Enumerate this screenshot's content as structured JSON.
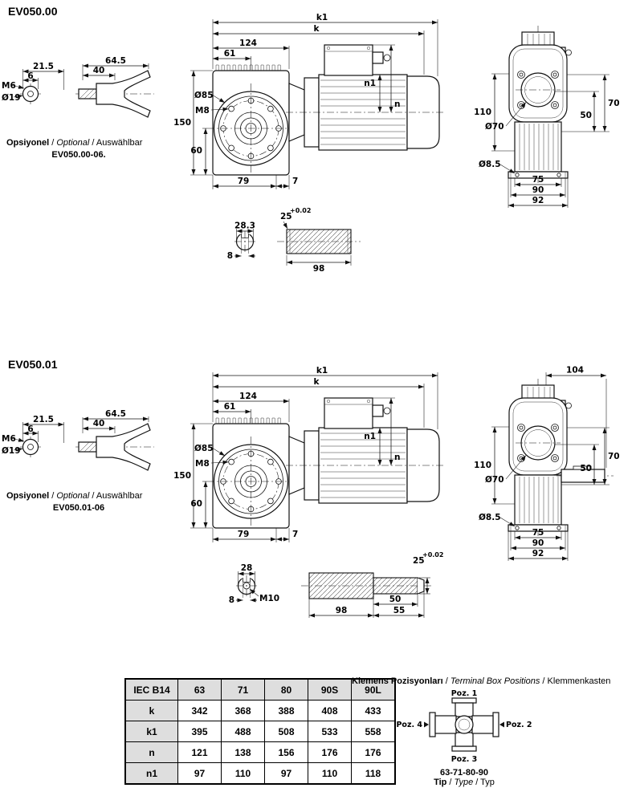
{
  "s1": {
    "title": "EV050.00",
    "optional": [
      "Opsiyonel",
      " / ",
      "Optional",
      " / ",
      "Auswählbar"
    ],
    "model": "EV050.00-06.",
    "input": {
      "m6": "M6",
      "six": "6",
      "v21_5": "21.5",
      "d19": "Ø19",
      "v40": "40",
      "v64_5": "64.5"
    },
    "front": {
      "k1": "k1",
      "k": "k",
      "v124": "124",
      "v61": "61",
      "n1": "n1",
      "n": "n",
      "d85": "Ø85",
      "m8": "M8",
      "v150": "150",
      "v60": "60",
      "v79": "79",
      "v7": "7"
    },
    "side": {
      "v110": "110",
      "d70": "Ø70",
      "d8_5": "Ø8.5",
      "v75": "75",
      "v90": "90",
      "v92": "92",
      "v50": "50",
      "v70": "70"
    },
    "key": {
      "v28_3": "28.3",
      "v8": "8"
    },
    "shaft": {
      "v25": "25",
      "tol": "+0.02",
      "v98": "98"
    }
  },
  "s2": {
    "title": "EV050.01",
    "optional": [
      "Opsiyonel",
      " / ",
      "Optional",
      " / ",
      "Auswählbar"
    ],
    "model": "EV050.01-06",
    "input": {
      "m6": "M6",
      "six": "6",
      "v21_5": "21.5",
      "d19": "Ø19",
      "v40": "40",
      "v64_5": "64.5"
    },
    "front": {
      "k1": "k1",
      "k": "k",
      "v124": "124",
      "v61": "61",
      "n1": "n1",
      "n": "n",
      "d85": "Ø85",
      "m8": "M8",
      "v150": "150",
      "v60": "60",
      "v79": "79",
      "v7": "7"
    },
    "side": {
      "v110": "110",
      "d70": "Ø70",
      "d8_5": "Ø8.5",
      "v75": "75",
      "v90": "90",
      "v92": "92",
      "v50": "50",
      "v70": "70",
      "v104": "104"
    },
    "key": {
      "v28": "28",
      "v8": "8",
      "m10": "M10"
    },
    "shaft": {
      "v25": "25",
      "tol": "+0.02",
      "v98": "98",
      "v50": "50",
      "v55": "55"
    }
  },
  "table": {
    "headers": [
      "IEC B14",
      "63",
      "71",
      "80",
      "90S",
      "90L"
    ],
    "rows": [
      {
        "label": "k",
        "values": [
          "342",
          "368",
          "388",
          "408",
          "433"
        ]
      },
      {
        "label": "k1",
        "values": [
          "395",
          "488",
          "508",
          "533",
          "558"
        ]
      },
      {
        "label": "n",
        "values": [
          "121",
          "138",
          "156",
          "176",
          "176"
        ]
      },
      {
        "label": "n1",
        "values": [
          "97",
          "110",
          "97",
          "110",
          "118"
        ]
      }
    ]
  },
  "terminal": {
    "title": [
      "Klemens Pozisyonları",
      " / ",
      "Terminal Box Positions",
      " / ",
      "Klemmenkasten"
    ],
    "poz1": "Poz. 1",
    "poz2": "Poz. 2",
    "poz3": "Poz. 3",
    "poz4": "Poz. 4",
    "sizes": "63-71-80-90",
    "tip": [
      "Tip",
      " / ",
      "Type",
      " / ",
      "Typ"
    ]
  }
}
